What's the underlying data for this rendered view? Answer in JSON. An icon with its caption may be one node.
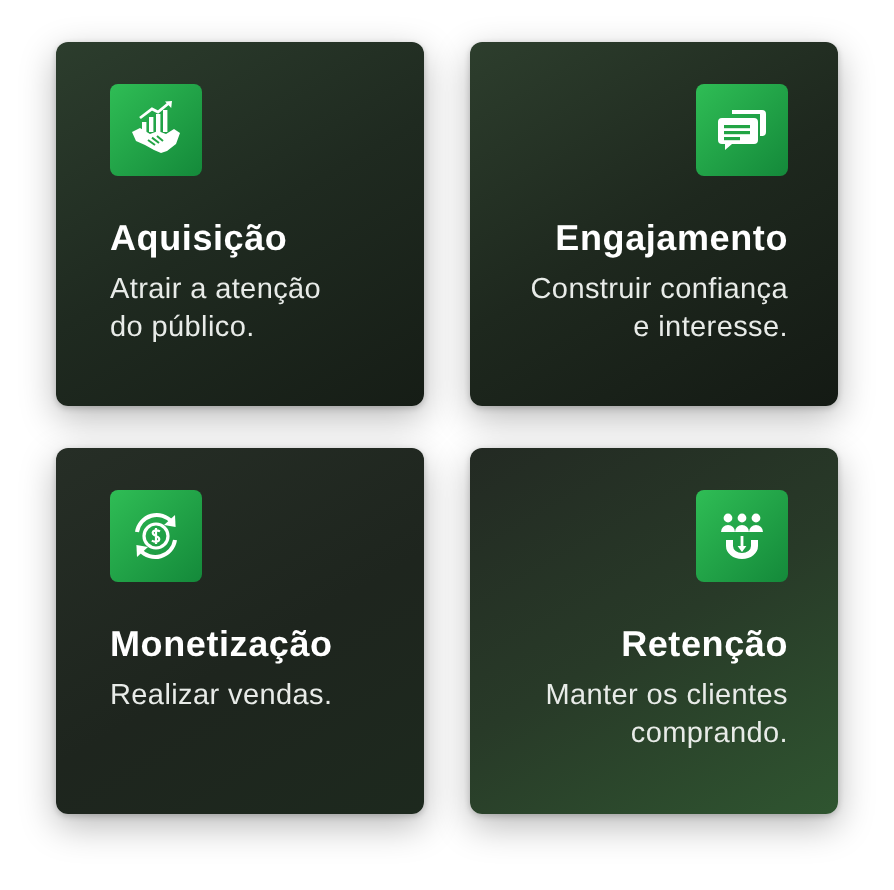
{
  "diagram": {
    "nodes": [
      {
        "text": [
          "Aquisição",
          "Atrair a atenção do público."
        ]
      },
      {
        "text": [
          "Engajamento",
          "Construir confiança e interesse."
        ]
      },
      {
        "text": [
          "Monetização",
          "Realizar vendas."
        ]
      },
      {
        "text": [
          "Retenção",
          "Manter os clientes comprando."
        ]
      }
    ]
  }
}
